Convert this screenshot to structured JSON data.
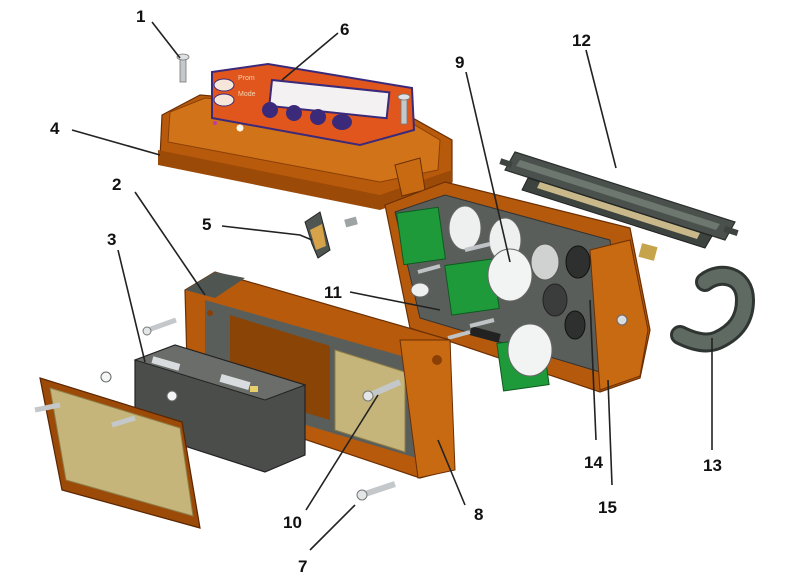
{
  "figure": {
    "type": "exploded-assembly-diagram",
    "colors": {
      "housing_orange": "#c8650f",
      "housing_dark": "#8a3f05",
      "faceplate_orange": "#e0561c",
      "faceplate_border": "#3b2a7a",
      "pcb_green": "#1f9a3a",
      "battery_gray": "#4b4d4b",
      "window_tan": "#c6b57a",
      "hose_gray": "#56605a",
      "metal": "#bfc3c6"
    },
    "faceplate_labels": {
      "left_top": "Prom",
      "left_bottom": "Mode"
    },
    "callouts": [
      {
        "id": "c1",
        "label": "1"
      },
      {
        "id": "c2",
        "label": "2"
      },
      {
        "id": "c3",
        "label": "3"
      },
      {
        "id": "c4",
        "label": "4"
      },
      {
        "id": "c5",
        "label": "5"
      },
      {
        "id": "c6",
        "label": "6"
      },
      {
        "id": "c7",
        "label": "7"
      },
      {
        "id": "c8",
        "label": "8"
      },
      {
        "id": "c9",
        "label": "9"
      },
      {
        "id": "c10",
        "label": "10"
      },
      {
        "id": "c11",
        "label": "11"
      },
      {
        "id": "c12",
        "label": "12"
      },
      {
        "id": "c13",
        "label": "13"
      },
      {
        "id": "c14",
        "label": "14"
      },
      {
        "id": "c15",
        "label": "15"
      }
    ]
  }
}
